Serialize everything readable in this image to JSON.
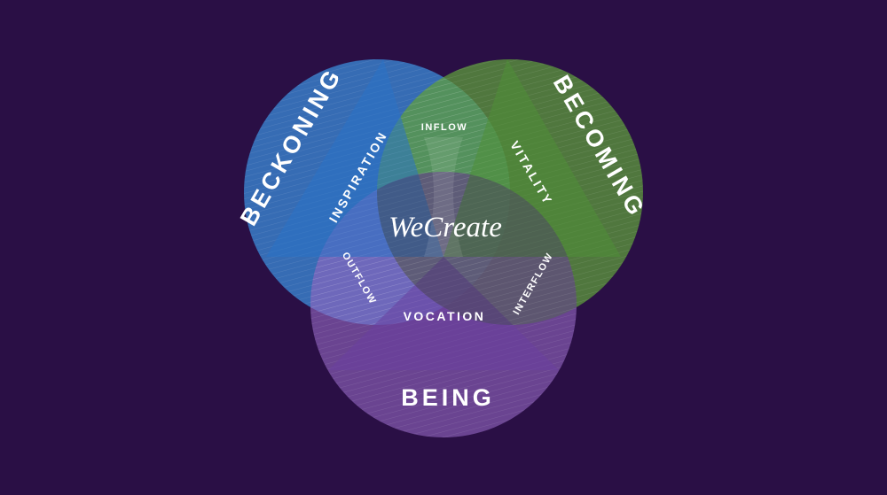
{
  "colors": {
    "background": "#2a0f45",
    "beckoning": "#3a86d4",
    "becoming": "#6aac4a",
    "being": "#8f5fb8"
  },
  "circles": {
    "beckoning": "BECKONING",
    "becoming": "BECOMING",
    "being": "BEING"
  },
  "flows": {
    "inspiration": "INSPIRATION",
    "vitality": "VITALITY",
    "vocation": "VOCATION",
    "inflow": "INFLOW",
    "outflow": "OUTFLOW",
    "interflow": "INTERFLOW"
  },
  "center": "WeCreate"
}
